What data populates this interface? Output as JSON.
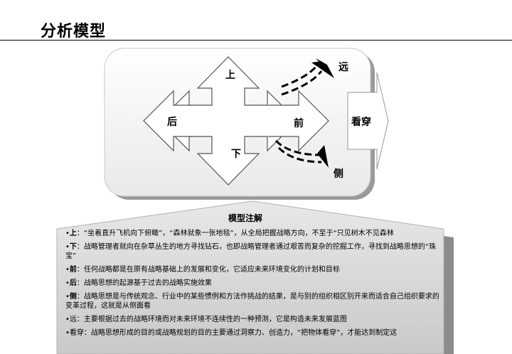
{
  "page": {
    "title": "分析模型"
  },
  "diagram": {
    "labels": {
      "up": "上",
      "down": "下",
      "back": "后",
      "front": "前",
      "far": "远",
      "side": "侧",
      "see_through": "看穿"
    }
  },
  "notes": {
    "title": "模型注解",
    "items": [
      {
        "tag": "上",
        "text": "：“坐着直升飞机向下俯瞰”，“森林就象一张地毯”，从全局把握战略方向，不至于“只见树木不见森林"
      },
      {
        "tag": "下",
        "text": "：战略管理者就向在杂草丛生的地方寻找钻石，也即战略管理者通过艰苦而复杂的挖掘工作，寻找到战略思想的“珠宝”"
      },
      {
        "tag": "前",
        "text": "：任何战略都是在原有战略基础上的发展和变化，它适应未来环境变化的计划和目标"
      },
      {
        "tag": "后",
        "text": "：战略思想的起源基于过去的战略实施效果"
      },
      {
        "tag": "侧",
        "text": "：战略思想是与传统观念、行业中的某些惯例和方法作挑战的结果，是与别的组织相区别开来而适合自己组织要求的变革过程，这就是从侧面看"
      },
      {
        "tag": "远",
        "text": "：主要根据过去的战略环境而对未来环境不连续性的一种预测，它是构造未来发展蓝图"
      },
      {
        "tag": "看穿",
        "text": "：战略思想形成的目的或战略规划的目的主要通过洞察力、创造力，“把物体看穿”，才能达到制定这"
      }
    ]
  }
}
